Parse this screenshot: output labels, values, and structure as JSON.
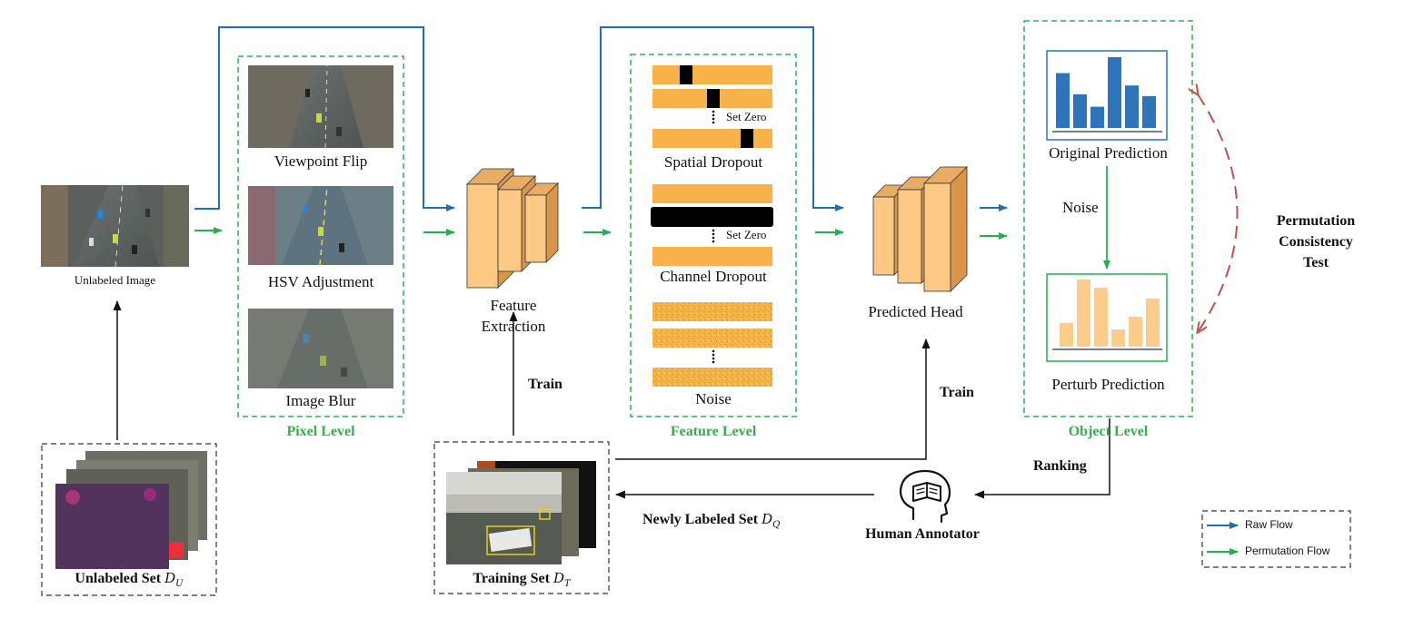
{
  "labels": {
    "unlabeled_image": "Unlabeled Image",
    "viewpoint_flip": "Viewpoint Flip",
    "hsv_adjustment": "HSV Adjustment",
    "image_blur": "Image Blur",
    "pixel_level": "Pixel Level",
    "feature_extraction_1": "Feature",
    "feature_extraction_2": "Extraction",
    "set_zero_1": "Set Zero",
    "set_zero_2": "Set Zero",
    "spatial_dropout": "Spatial Dropout",
    "channel_dropout": "Channel Dropout",
    "noise_feature": "Noise",
    "feature_level": "Feature Level",
    "predicted_head": "Predicted Head",
    "original_prediction": "Original Prediction",
    "noise_object": "Noise",
    "perturb_prediction": "Perturb Prediction",
    "object_level": "Object Level",
    "pct_line1": "Permutation",
    "pct_line2": "Consistency",
    "pct_line3": "Test",
    "train_left": "Train",
    "train_right": "Train",
    "ranking": "Ranking",
    "human_annotator": "Human Annotator",
    "unlabeled_set": "Unlabeled Set",
    "unlabeled_set_sym": "D",
    "unlabeled_set_sub": "U",
    "training_set": "Training Set",
    "training_set_sym": "D",
    "training_set_sub": "T",
    "newly_labeled_set": "Newly Labeled Set",
    "newly_labeled_sym": "D",
    "newly_labeled_sub": "Q"
  },
  "legend": {
    "raw_flow": "Raw Flow",
    "permutation_flow": "Permutation Flow"
  },
  "colors": {
    "raw_flow": "#1f6fb5",
    "permutation_flow": "#22b24c",
    "level_box": "#2db34a",
    "block_front": "#fbc983",
    "block_side": "#d9964a",
    "block_top": "#e8ad62",
    "feature_bar": "#f9b24a",
    "original_bars": "#2e74b8",
    "perturb_bars": "#fbcc8a",
    "consistency_arc": "#c0504d"
  },
  "chart_data": [
    {
      "type": "bar",
      "title": "Original Prediction",
      "values": [
        62,
        38,
        24,
        80,
        48,
        36
      ]
    },
    {
      "type": "bar",
      "title": "Perturb Prediction",
      "values": [
        26,
        74,
        65,
        19,
        33,
        53
      ]
    }
  ]
}
